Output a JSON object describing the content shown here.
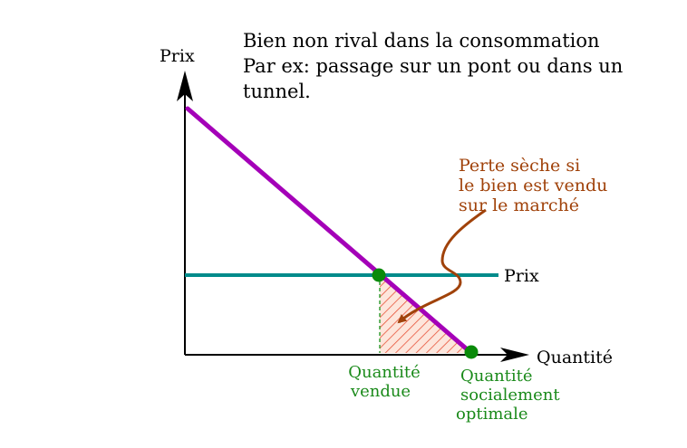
{
  "diagram": {
    "y_axis_label": "Prix",
    "x_axis_label": "Quantité",
    "caption_lines": [
      "Bien non rival dans la consommation",
      "Par ex: passage sur un pont ou dans un",
      "tunnel."
    ],
    "annotation_lines": [
      "Perte sèche si",
      "le bien est vendu",
      "sur le marché"
    ],
    "price_line_label": "Prix",
    "sold_quantity_lines": [
      "Quantité",
      "vendue"
    ],
    "optimal_quantity_lines": [
      "Quantité",
      "socialement",
      "optimale"
    ]
  },
  "colors": {
    "demand_line": "#a400b8",
    "price_line": "#008b8b",
    "point": "#0a8a0a",
    "green_text": "#1a8a1a",
    "annotation": "#a0420a",
    "hatch": "#e8543a",
    "deadweight_fill": "#fde6dc",
    "axis": "#000000"
  }
}
